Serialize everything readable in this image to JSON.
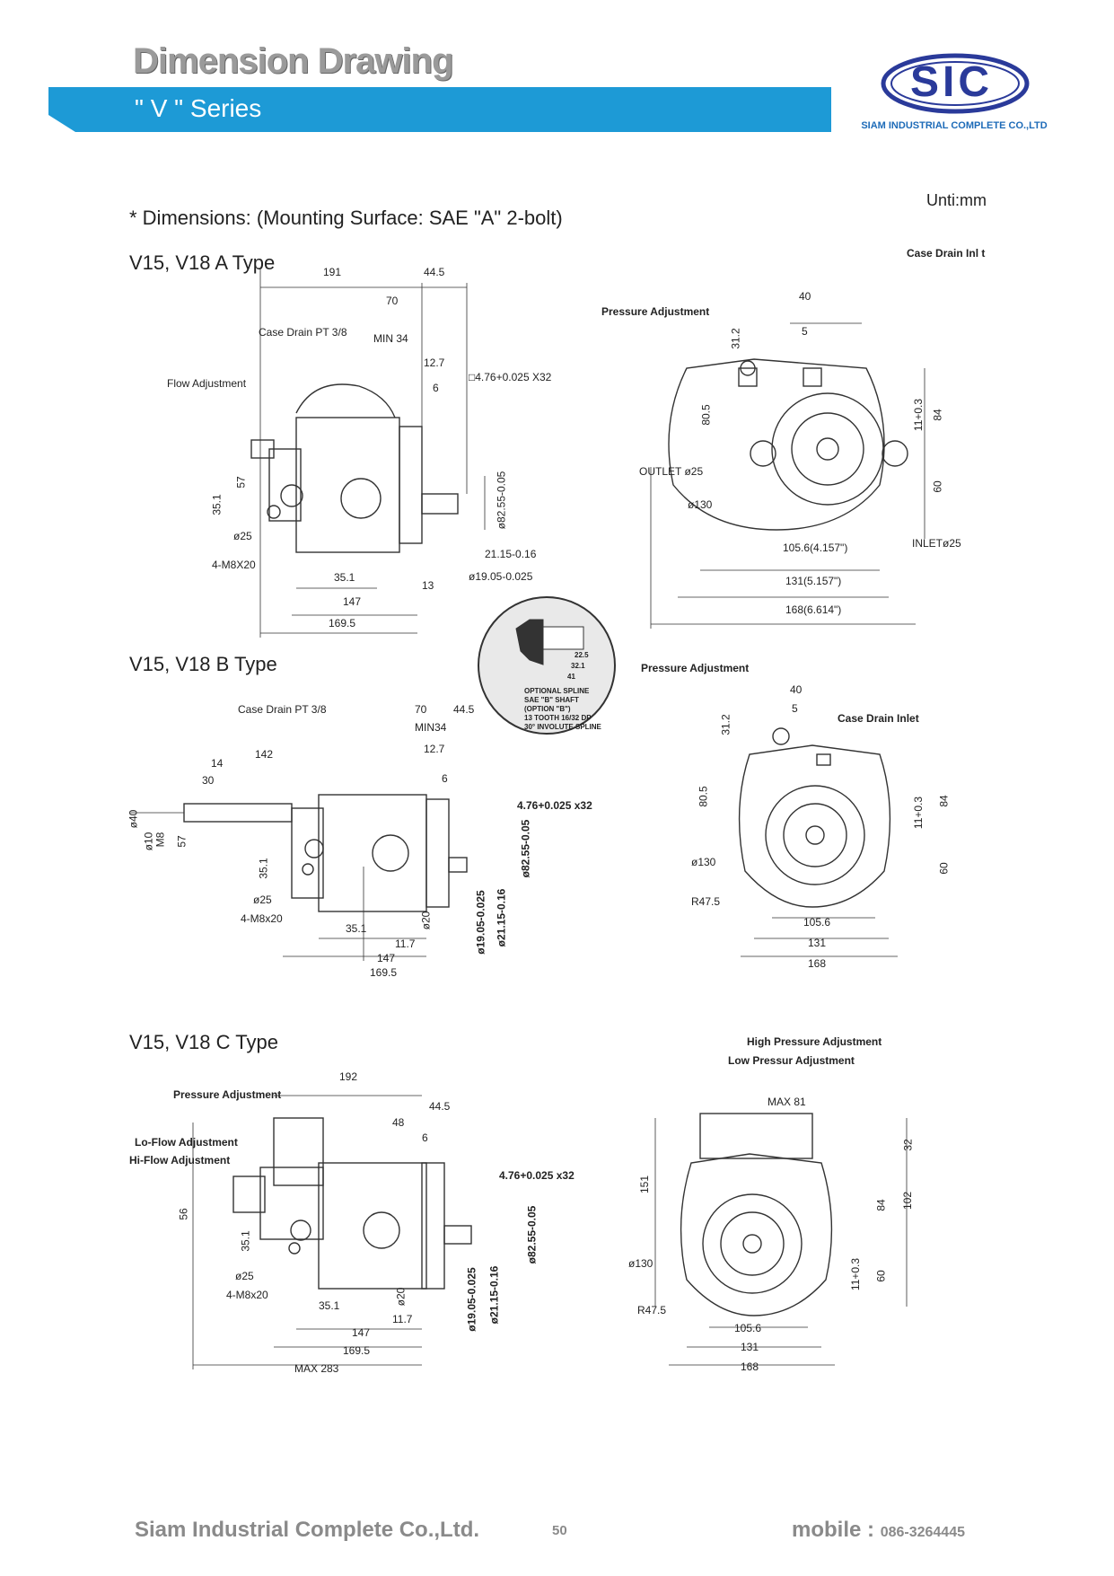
{
  "header": {
    "title": "Dimension Drawing",
    "series": "\" V \" Series",
    "logo_text": "SIC",
    "company_sub": "SIAM INDUSTRIAL COMPLETE CO.,LTD"
  },
  "unit": "Unti:mm",
  "heading": "* Dimensions: (Mounting Surface: SAE \"A\" 2-bolt)",
  "sections": {
    "a": {
      "title": "V15, V18 A Type",
      "side": [
        "191",
        "44.5",
        "70",
        "Case Drain PT 3/8",
        "MIN 34",
        "12.7",
        "□4.76+0.025 X32",
        "6",
        "Flow Adjustment",
        "57",
        "35.1",
        "ø25",
        "4-M8X20",
        "35.1",
        "147",
        "169.5",
        "13",
        "ø82.55-0.05",
        "21.15-0.16",
        "ø19.05-0.025"
      ],
      "front": [
        "Case Drain Inl t",
        "40",
        "Pressure Adjustment",
        "31.2",
        "5",
        "80.5",
        "11+0.3",
        "84",
        "OUTLET ø25",
        "ø130",
        "60",
        "105.6(4.157\")",
        "INLETø25",
        "131(5.157\")",
        "168(6.614\")"
      ]
    },
    "b": {
      "title": "V15, V18 B Type",
      "side": [
        "Case Drain PT 3/8",
        "70",
        "44.5",
        "MIN34",
        "142",
        "14",
        "12.7",
        "30",
        "6",
        "4.76+0.025 x32",
        "ø40",
        "ø10",
        "M8",
        "57",
        "35.1",
        "ø25",
        "4-M8x20",
        "35.1",
        "ø20",
        "11.7",
        "147",
        "169.5",
        "ø19.05-0.025",
        "ø21.15-0.16",
        "ø82.55-0.05"
      ],
      "inset": [
        "OPTIONAL SPLINE",
        "SAE \"B\" SHAFT",
        "(OPTION \"B\")",
        "13 TOOTH 16/32 DP",
        "30° INVOLUTE SPLINE",
        "22.5",
        "32.1",
        "41"
      ],
      "front": [
        "Pressure Adjustment",
        "40",
        "5",
        "Case Drain Inlet",
        "31.2",
        "80.5",
        "11+0.3",
        "84",
        "ø130",
        "60",
        "R47.5",
        "105.6",
        "131",
        "168"
      ]
    },
    "c": {
      "title": "V15, V18 C Type",
      "side": [
        "192",
        "Pressure Adjustment",
        "44.5",
        "48",
        "6",
        "Lo-Flow Adjustment",
        "Hi-Flow Adjustment",
        "4.76+0.025 x32",
        "56",
        "35.1",
        "ø25",
        "4-M8x20",
        "ø20",
        "35.1",
        "11.7",
        "147",
        "169.5",
        "MAX 283",
        "ø19.05-0.025",
        "ø21.15-0.16",
        "ø82.55-0.05"
      ],
      "front": [
        "High Pressure Adjustment",
        "Low Pressur Adjustment",
        "MAX 81",
        "32",
        "151",
        "84",
        "102",
        "ø130",
        "11+0.3",
        "60",
        "R47.5",
        "105.6",
        "131",
        "168"
      ]
    }
  },
  "footer": {
    "company": "Siam Industrial Complete Co.,Ltd.",
    "page": "50",
    "mobile_label": "mobile :",
    "mobile": "086-3264445"
  },
  "colors": {
    "banner": "#1d9ad6",
    "logo": "#2a3a9a",
    "title_gray": "#9a9a9a"
  }
}
